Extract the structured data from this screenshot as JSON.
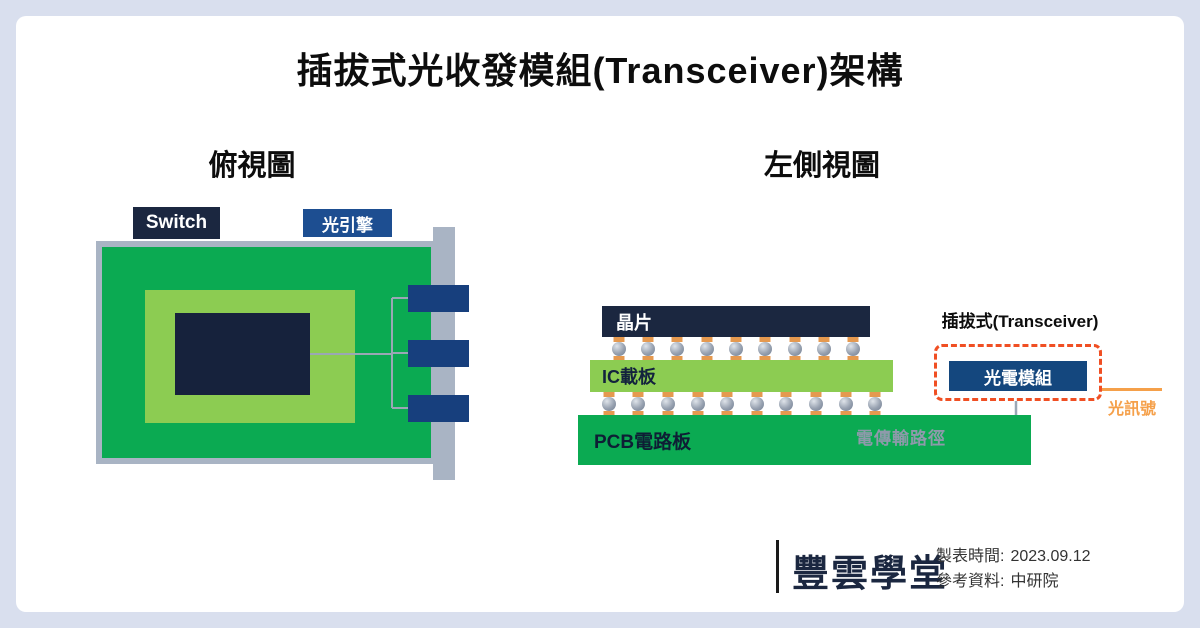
{
  "title": "插拔式光收發模組(Transceiver)架構",
  "top_view": {
    "heading": "俯視圖",
    "switch_label": "Switch",
    "optical_engine_label": "光引擎"
  },
  "side_view": {
    "heading": "左側視圖",
    "chip_label": "晶片",
    "ic_substrate_label": "IC載板",
    "pcb_label": "PCB電路板",
    "transceiver_label": "插拔式(Transceiver)",
    "optical_module_label": "光電模組",
    "optical_signal_label": "光訊號",
    "electrical_path_label": "電傳輸路徑"
  },
  "footer": {
    "logo_text": "豐雲學堂",
    "date_label": "製表時間:",
    "date_value": "2023.09.12",
    "source_label": "參考資料:",
    "source_value": "中研院"
  },
  "colors": {
    "page_background": "#d9dfee",
    "card_background": "#ffffff",
    "navy_dark": "#1b2740",
    "blue": "#1d4e91",
    "connector_blue": "#173f7d",
    "module_blue": "#14477e",
    "green": "#0baa52",
    "light_green": "#8ccc52",
    "gray": "#a9b4c4",
    "line_gray": "#9aa7b5",
    "orange": "#f5a04a",
    "dashed_red": "#f04f23",
    "solder_pad_orange": "#e5994f"
  }
}
